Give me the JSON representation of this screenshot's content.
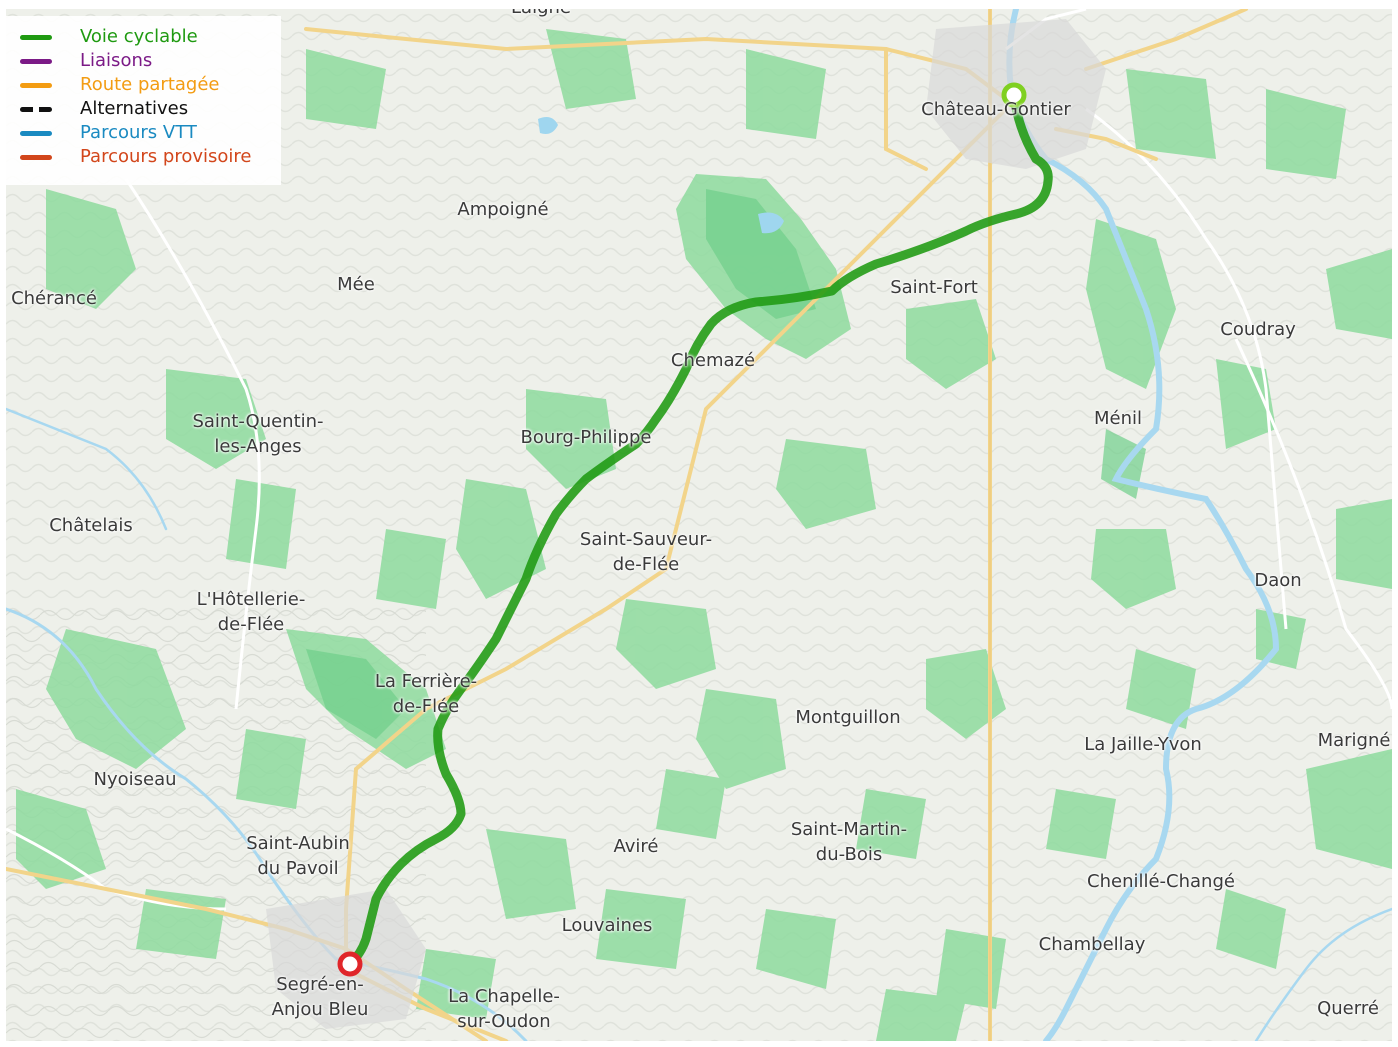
{
  "legend": {
    "items": [
      {
        "label": "Voie cyclable",
        "color": "#1f9a11"
      },
      {
        "label": "Liaisons",
        "color": "#7b1a86"
      },
      {
        "label": "Route partagée",
        "color": "#f39c12"
      },
      {
        "label": "Alternatives",
        "color": "#111111",
        "dashed": true
      },
      {
        "label": "Parcours VTT",
        "color": "#1a8ac1"
      },
      {
        "label": "Parcours provisoire",
        "color": "#d2461b"
      }
    ]
  },
  "route": {
    "color": "#1f9a11",
    "start_marker_color": "#7fd021",
    "end_marker_color": "#e0262a"
  },
  "places": [
    "Laigné",
    "Château-Gontier",
    "Ampoigné",
    "Saint-Fort",
    "Mée",
    "Chérancé",
    "Coudray",
    "Chemazé",
    "Saint-Quentin-\nles-Anges",
    "Bourg-Philippe",
    "Ménil",
    "Châtelais",
    "Saint-Sauveur-\nde-Flée",
    "Daon",
    "L'Hôtellerie-\nde-Flée",
    "La Ferrière-\nde-Flée",
    "Montguillon",
    "La Jaille-Yvon",
    "Marigné",
    "Nyoiseau",
    "Saint-Martin-\ndu-Bois",
    "Saint-Aubin\ndu Pavoil",
    "Aviré",
    "Chenillé-Changé",
    "Louvaines",
    "Chambellay",
    "Segré-en-\nAnjou Bleu",
    "La Chapelle-\nsur-Oudon",
    "Querré"
  ]
}
